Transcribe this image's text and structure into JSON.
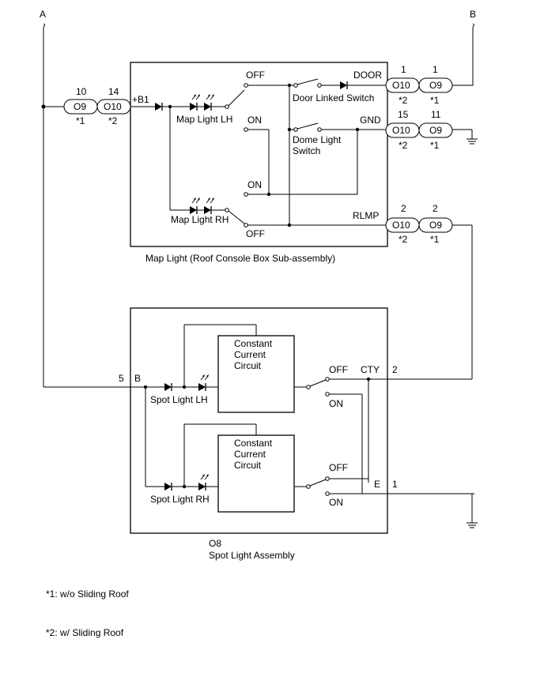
{
  "terminals": {
    "A": "A",
    "B": "B"
  },
  "map_light": {
    "title": "Map Light (Roof Console Box Sub-assembly)",
    "input": {
      "terminal": "+B1",
      "pin_o9": "10",
      "pin_o10": "14",
      "conn_o9": "O9",
      "conn_o10": "O10",
      "note_o9": "*1",
      "note_o10": "*2"
    },
    "lamp_lh": "Map Light LH",
    "lamp_rh": "Map Light RH",
    "sw_lh_off": "OFF",
    "sw_lh_on": "ON",
    "sw_rh_on": "ON",
    "sw_rh_off": "OFF",
    "door_switch": "Door Linked Switch",
    "dome_switch_1": "Dome Light",
    "dome_switch_2": "Switch",
    "door": {
      "terminal": "DOOR",
      "pin_o10": "1",
      "pin_o9": "1",
      "conn_o10": "O10",
      "conn_o9": "O9",
      "note_o10": "*2",
      "note_o9": "*1"
    },
    "gnd": {
      "terminal": "GND",
      "pin_o10": "15",
      "pin_o9": "11",
      "conn_o10": "O10",
      "conn_o9": "O9",
      "note_o10": "*2",
      "note_o9": "*1"
    },
    "rlmp": {
      "terminal": "RLMP",
      "pin_o10": "2",
      "pin_o9": "2",
      "conn_o10": "O10",
      "conn_o9": "O9",
      "note_o10": "*2",
      "note_o9": "*1"
    }
  },
  "spot_light": {
    "connector": "O8",
    "title": "Spot Light Assembly",
    "b_pin": "5",
    "b_term": "B",
    "cty_term": "CTY",
    "cty_pin": "2",
    "e_term": "E",
    "e_pin": "1",
    "ccc_1": "Constant",
    "ccc_2": "Current",
    "ccc_3": "Circuit",
    "lamp_lh": "Spot Light LH",
    "lamp_rh": "Spot Light RH",
    "sw1_off": "OFF",
    "sw1_on": "ON",
    "sw2_off": "OFF",
    "sw2_on": "ON"
  },
  "notes": {
    "n1": "*1: w/o Sliding Roof",
    "n2": "*2: w/ Sliding Roof"
  }
}
